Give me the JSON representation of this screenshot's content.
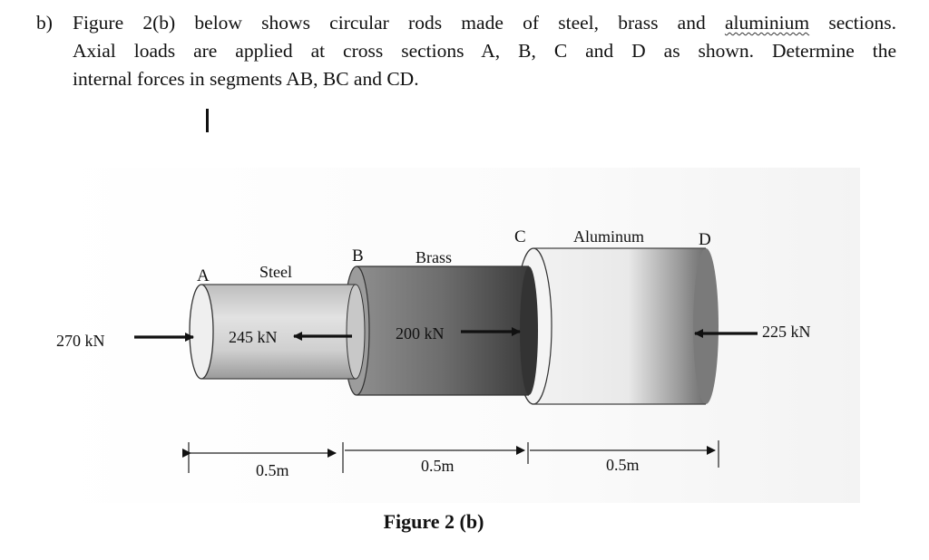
{
  "question": {
    "label": "b)",
    "line1_pre": "Figure 2(b) below shows circular rods made of steel, brass and",
    "line1_underlined": "aluminium",
    "line1_post": "sections.",
    "line2": "Axial loads are applied at cross sections A, B, C and D as shown. Determine the",
    "line3": "internal forces in segments AB, BC and CD."
  },
  "figure": {
    "points": {
      "a": "A",
      "b": "B",
      "c": "C",
      "d": "D"
    },
    "materials": {
      "steel": "Steel",
      "brass": "Brass",
      "aluminum": "Aluminum"
    },
    "loads": {
      "left_external": "270 kN",
      "at_b": "245 kN",
      "at_c": "200 kN",
      "right_external": "225 kN"
    },
    "lengths": {
      "ab": "0.5m",
      "bc": "0.5m",
      "cd": "0.5m"
    },
    "caption": "Figure 2 (b)",
    "colors": {
      "steel": "#d9d9d9",
      "brass": "#4a4a4a",
      "aluminum": "#e6e6e6"
    }
  }
}
